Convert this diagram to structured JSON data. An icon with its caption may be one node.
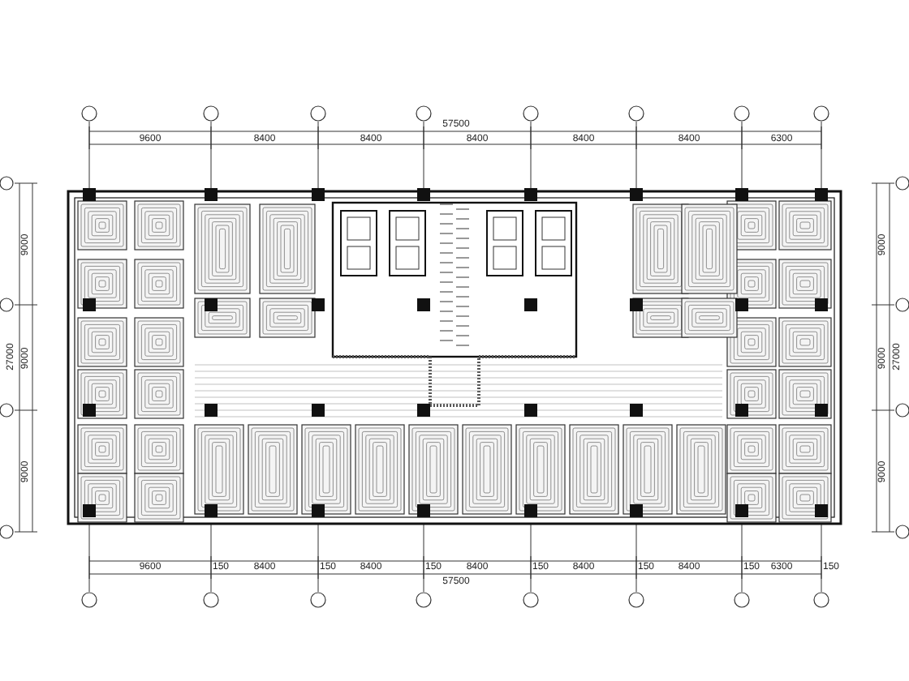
{
  "diagram": {
    "labels": [
      "57500",
      "9600",
      "8400",
      "8400",
      "8400",
      "8400",
      "8400",
      "6300",
      "9000",
      "27000",
      "9000",
      "9000",
      "9000",
      "9000",
      "27000",
      "9000",
      "9600",
      "150",
      "8400",
      "150",
      "8400",
      "150",
      "8400",
      "150",
      "8400",
      "150",
      "8400",
      "150",
      "6300",
      "150",
      "57500"
    ]
  }
}
